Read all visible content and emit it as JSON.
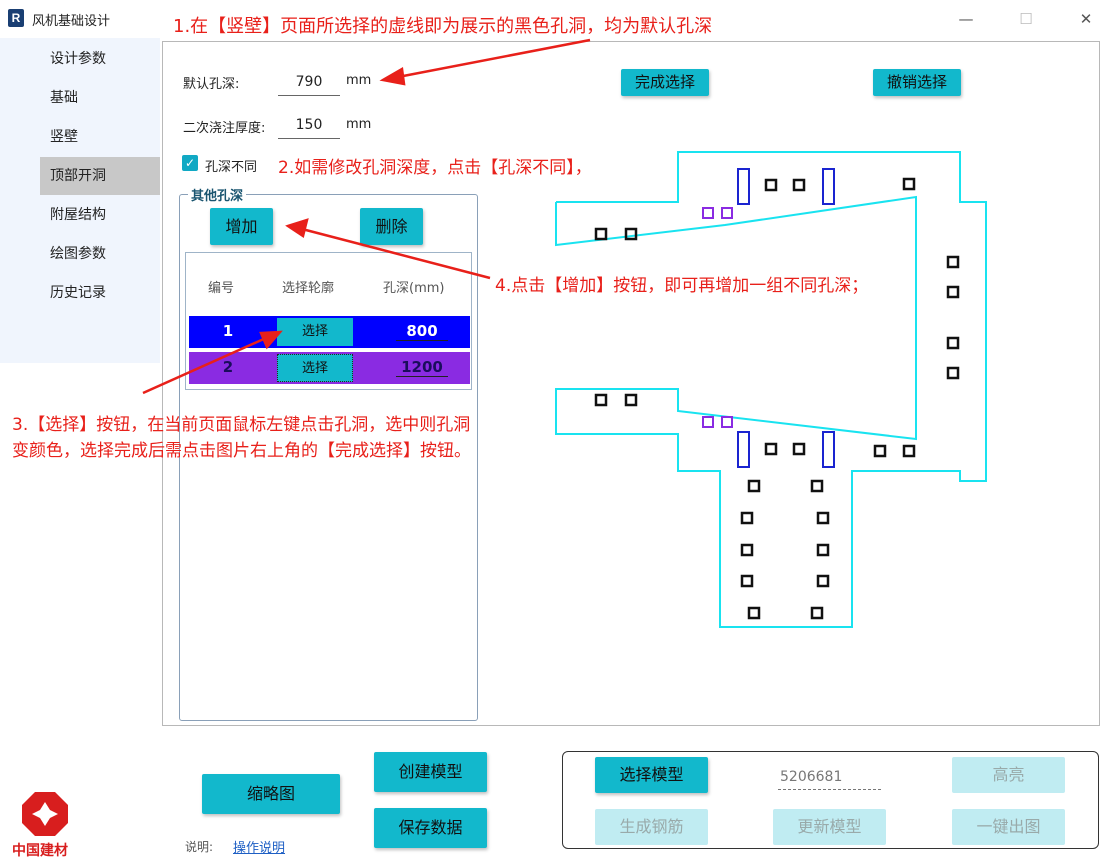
{
  "window": {
    "app_icon": "R",
    "title": "风机基础设计",
    "minimize": "—",
    "maximize": "☐",
    "close": "✕"
  },
  "sidebar": {
    "items": [
      {
        "label": "设计参数"
      },
      {
        "label": "基础"
      },
      {
        "label": "竖壁"
      },
      {
        "label": "顶部开洞",
        "active": true
      },
      {
        "label": "附屋结构"
      },
      {
        "label": "绘图参数"
      },
      {
        "label": "历史记录"
      }
    ]
  },
  "form": {
    "default_depth_label": "默认孔深:",
    "default_depth_value": "790",
    "default_depth_unit": "mm",
    "grout_label": "二次浇注厚度:",
    "grout_value": "150",
    "grout_unit": "mm",
    "diff_depth_label": "孔深不同",
    "diff_depth_checked": true,
    "check_mark": "✓"
  },
  "actions": {
    "finish_select": "完成选择",
    "cancel_select": "撤销选择"
  },
  "other_depth": {
    "title": "其他孔深",
    "add_label": "增加",
    "delete_label": "删除",
    "columns": [
      "编号",
      "选择轮廓",
      "孔深(mm)"
    ],
    "rows": [
      {
        "id": "1",
        "select": "选择",
        "depth": "800",
        "color": "#0000ff"
      },
      {
        "id": "2",
        "select": "选择",
        "depth": "1200",
        "color": "#8a2be2"
      }
    ]
  },
  "annotations": {
    "a1": "1.在【竖壁】页面所选择的虚线即为展示的黑色孔洞，均为默认孔深",
    "a2": "2.如需修改孔洞深度，点击【孔深不同】，",
    "a3": "3.【选择】按钮，在当前页面鼠标左键点击孔洞，选中则孔洞变颜色，选择完成后需点击图片右上角的【完成选择】按钮。",
    "a4": "4.点击【增加】按钮，即可再增加一组不同孔深；"
  },
  "bottom": {
    "thumbnail": "缩略图",
    "create_model": "创建模型",
    "save_data": "保存数据",
    "note_label": "说明:",
    "note_link": "操作说明",
    "logo_text": "中国建材",
    "select_model": "选择模型",
    "model_id": "5206681",
    "highlight": "高亮",
    "gen_rebar": "生成钢筋",
    "update_model": "更新模型",
    "export_drawing": "一键出图"
  },
  "colors": {
    "accent": "#12b8cc",
    "outline": "#19e3f0",
    "row1": "#0000ff",
    "row2": "#8a2be2",
    "annotation": "#e8201a"
  }
}
